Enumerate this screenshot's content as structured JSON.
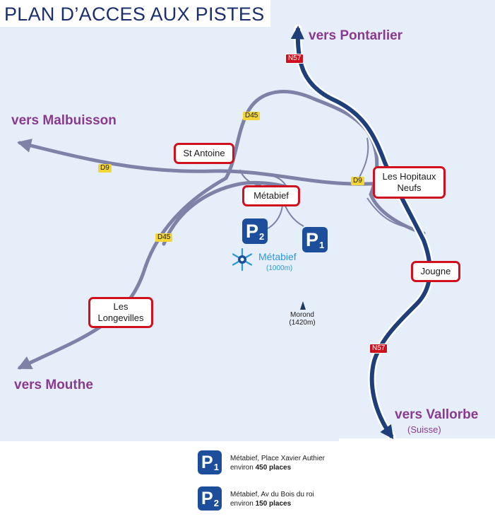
{
  "title": "PLAN D’ACCES AUX PISTES",
  "directions": {
    "pontarlier": "vers Pontarlier",
    "malbuisson": "vers Malbuisson",
    "mouthe": "vers Mouthe",
    "vallorbe": "vers Vallorbe",
    "vallorbe_sub": "(Suisse)"
  },
  "towns": {
    "st_antoine": "St Antoine",
    "metabief": "Métabief",
    "hopitaux_1": "Les Hopitaux",
    "hopitaux_2": "Neufs",
    "jougne": "Jougne",
    "longevilles_1": "Les",
    "longevilles_2": "Longevilles"
  },
  "roads": {
    "d45_top": "D45",
    "d9_left": "D9",
    "d9_right": "D9",
    "d45_bottom": "D45",
    "n57_top": "N57",
    "n57_bottom": "N57"
  },
  "parking": {
    "p1_letter": "P",
    "p1_num": "1",
    "p2_letter": "P",
    "p2_num": "2"
  },
  "resort": {
    "name": "Métabief",
    "altitude": "(1000m)"
  },
  "peak": {
    "name": "Morond",
    "altitude": "(1420m)"
  },
  "legend": {
    "p1_line1": "Métabief, Place Xavier Authier",
    "p1_line2_prefix": "environ ",
    "p1_line2_bold": "450 places",
    "p2_line1": "Métabief, Av du Bois du roi",
    "p2_line2_prefix": "environ ",
    "p2_line2_bold": "150 places"
  },
  "colors": {
    "background": "#e6eefa",
    "secondary_road": "#7d82a6",
    "national_road": "#1f3f7a",
    "town_border": "#d0101f",
    "direction_text": "#8a3a8e",
    "parking": "#1d4e9b",
    "title": "#1b2f6e",
    "resort": "#2a9ad6"
  }
}
